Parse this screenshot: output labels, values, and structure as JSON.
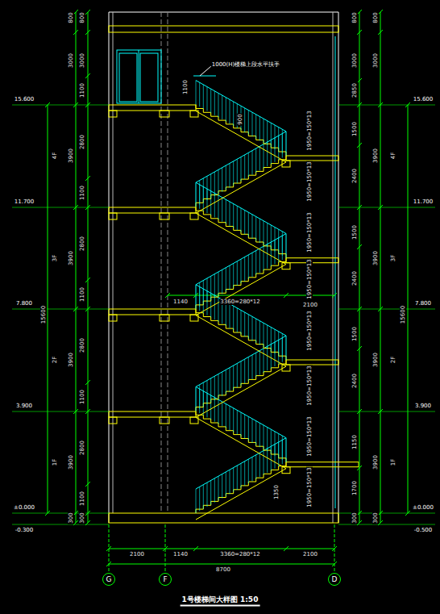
{
  "diagram": {
    "title": "1号楼梯间大样图 1:50",
    "nodes": [
      {
        "text": [
          "G"
        ]
      },
      {
        "text": [
          "F"
        ]
      },
      {
        "text": [
          "D"
        ]
      }
    ],
    "labels": [
      "800",
      "3000",
      "800",
      "3000",
      "1100",
      "15.600",
      "3900",
      "2800",
      "1100",
      "4F",
      "11.700",
      "3900",
      "2800",
      "1100",
      "3F",
      "7.800",
      "15600",
      "3900",
      "2800",
      "1100",
      "2F",
      "3.900",
      "3900",
      "2800",
      "1100",
      "1F",
      "±0.000",
      "300",
      "300",
      "-0.300",
      "800",
      "3000",
      "800",
      "3000",
      "2850",
      "15.600",
      "3900",
      "1500",
      "2400",
      "4F",
      "11.700",
      "3900",
      "1500",
      "2400",
      "3F",
      "7.800",
      "15600",
      "3900",
      "1500",
      "2400",
      "2F",
      "3.900",
      "3900",
      "1150",
      "1700",
      "1F",
      "±0.000",
      "300",
      "300",
      "-0.500",
      "1950=150*13",
      "1950=150*13",
      "1950=150*13",
      "1950=150*13",
      "1950=150*13",
      "1950=150*13",
      "1950=150*13",
      "1950=150*13",
      "1140",
      "3360=280*12",
      "2100",
      "1100",
      "900",
      "1000(H)楼梯上段水平扶手",
      "1350",
      "2100",
      "1140",
      "3360=280*12",
      "2100",
      "8700"
    ]
  }
}
